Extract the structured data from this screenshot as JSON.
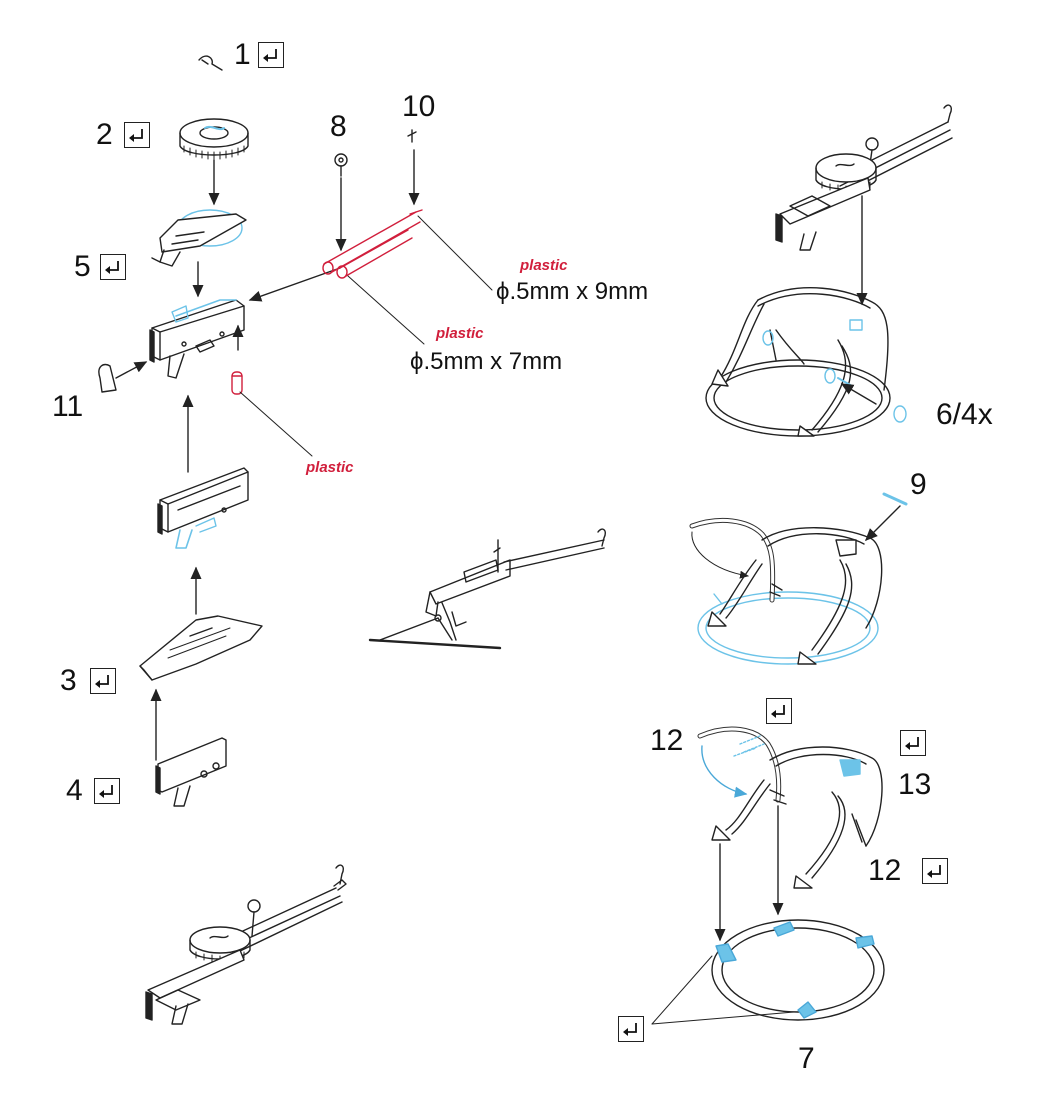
{
  "colors": {
    "line": "#222222",
    "highlight": "#6cc3e8",
    "plastic": "#d11f3c"
  },
  "icons": {
    "fold": "fold-arrow-icon"
  },
  "labels": {
    "part_1": "1",
    "part_2": "2",
    "part_3": "3",
    "part_4": "4",
    "part_5": "5",
    "part_6": "6/4x",
    "part_7": "7",
    "part_8": "8",
    "part_9": "9",
    "part_10": "10",
    "part_11": "11",
    "part_12_left": "12",
    "part_12_right": "12",
    "part_13": "13"
  },
  "plastic": {
    "word": "plastic",
    "rod_long": "ϕ.5mm x 9mm",
    "rod_short": "ϕ.5mm x 7mm"
  }
}
